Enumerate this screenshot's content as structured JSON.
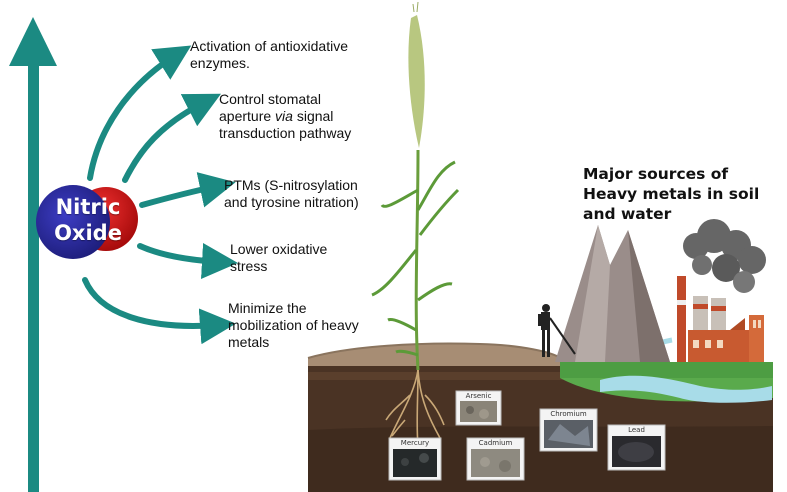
{
  "molecule": {
    "line1": "Nitric",
    "line2": "Oxide"
  },
  "effects": [
    {
      "id": "activation",
      "text": "Activation of antioxidative enzymes."
    },
    {
      "id": "stomatal",
      "line1": "Control stomatal",
      "line2_pre": "aperture ",
      "line2_italic": "via",
      "line2_post": " signal",
      "line3": "transduction pathway"
    },
    {
      "id": "ptms",
      "line1": "PTMs (S-nitrosylation",
      "line2": "and tyrosine nitration)"
    },
    {
      "id": "oxidative",
      "line1": "Lower oxidative",
      "line2": "stress"
    },
    {
      "id": "mobilization",
      "line1": "Minimize the",
      "line2": "mobilization of heavy",
      "line3": "metals"
    }
  ],
  "heading": "Major sources of Heavy metals in soil and water",
  "metals": [
    "Arsenic",
    "Chromium",
    "Mercury",
    "Cadmium",
    "Lead"
  ],
  "colors": {
    "teal": "#1b8a82",
    "blue": "#2a2a9e",
    "red": "#d01818",
    "soil_dark": "#4a3324",
    "soil_top": "#a78d74",
    "grass": "#4d9d43",
    "water": "#a8dce8"
  },
  "icons": [
    "up-arrow-icon",
    "curved-arrow-icon",
    "wheat-plant-icon",
    "mountain-icon",
    "factory-icon",
    "smoke-icon",
    "person-icon",
    "roots-icon"
  ]
}
